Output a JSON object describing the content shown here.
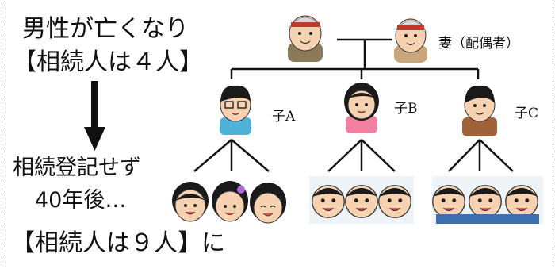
{
  "left_text": {
    "line1": "男性が亡くなり",
    "line2": "【相続人は４人】",
    "line3": "相続登記せず",
    "line4": "40年後…",
    "line5": "【相続人は９人】に"
  },
  "labels": {
    "spouse": "妻（配偶者）",
    "child_a": "子A",
    "child_b": "子B",
    "child_c": "子C"
  },
  "colors": {
    "line": "#111111",
    "skin": "#f7d2b0",
    "hair_dark": "#1a1a1a",
    "shirt_blue": "#4fb3d9",
    "shirt_pink": "#f07fa0",
    "shirt_brown": "#a0623a",
    "gray_hair": "#d9d9d9",
    "headband": "#c0392b"
  }
}
